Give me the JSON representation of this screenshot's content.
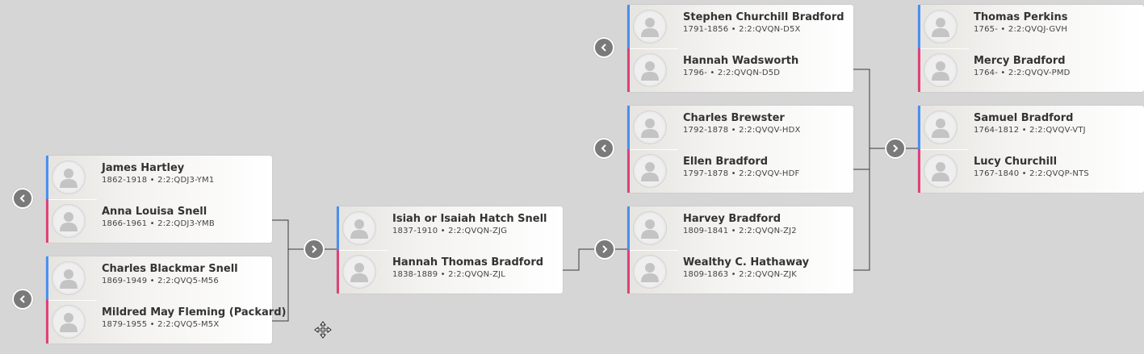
{
  "colors": {
    "male": "#4a8ff0",
    "female": "#e0407a",
    "background": "#d6d6d6"
  },
  "icons": {
    "avatar": "person-silhouette-icon",
    "expand_left": "chevron-left-icon",
    "expand_right": "chevron-right-icon",
    "cursor": "move-cursor-icon"
  },
  "couples": {
    "hartley_snell": {
      "husband": {
        "name": "James Hartley",
        "info": "1862-1918 • 2:2:QDJ3-YM1"
      },
      "wife": {
        "name": "Anna Louisa Snell",
        "info": "1866-1961 • 2:2:QDJ3-YMB"
      }
    },
    "snell_fleming": {
      "husband": {
        "name": "Charles Blackmar Snell",
        "info": "1869-1949 • 2:2:QVQ5-M56"
      },
      "wife": {
        "name": "Mildred May Fleming (Packard)",
        "info": "1879-1955 • 2:2:QVQ5-M5X"
      }
    },
    "snell_bradford": {
      "husband": {
        "name": "Isiah or Isaiah Hatch Snell",
        "info": "1837-1910 • 2:2:QVQN-ZJG"
      },
      "wife": {
        "name": "Hannah Thomas Bradford",
        "info": "1838-1889 • 2:2:QVQN-ZJL"
      }
    },
    "bradford_wadsworth": {
      "husband": {
        "name": "Stephen Churchill Bradford",
        "info": "1791-1856 • 2:2:QVQN-D5X"
      },
      "wife": {
        "name": "Hannah Wadsworth",
        "info": "1796- • 2:2:QVQN-D5D"
      }
    },
    "brewster_bradford": {
      "husband": {
        "name": "Charles Brewster",
        "info": "1792-1878 • 2:2:QVQV-HDX"
      },
      "wife": {
        "name": "Ellen Bradford",
        "info": "1797-1878 • 2:2:QVQV-HDF"
      }
    },
    "bradford_hathaway": {
      "husband": {
        "name": "Harvey Bradford",
        "info": "1809-1841 • 2:2:QVQN-ZJ2"
      },
      "wife": {
        "name": "Wealthy C. Hathaway",
        "info": "1809-1863 • 2:2:QVQN-ZJK"
      }
    },
    "perkins_bradford": {
      "husband": {
        "name": "Thomas Perkins",
        "info": "1765- • 2:2:QVQJ-GVH"
      },
      "wife": {
        "name": "Mercy Bradford",
        "info": "1764- • 2:2:QVQV-PMD"
      }
    },
    "bradford_churchill": {
      "husband": {
        "name": "Samuel Bradford",
        "info": "1764-1812 • 2:2:QVQV-VTJ"
      },
      "wife": {
        "name": "Lucy Churchill",
        "info": "1767-1840 • 2:2:QVQP-NTS"
      }
    }
  }
}
